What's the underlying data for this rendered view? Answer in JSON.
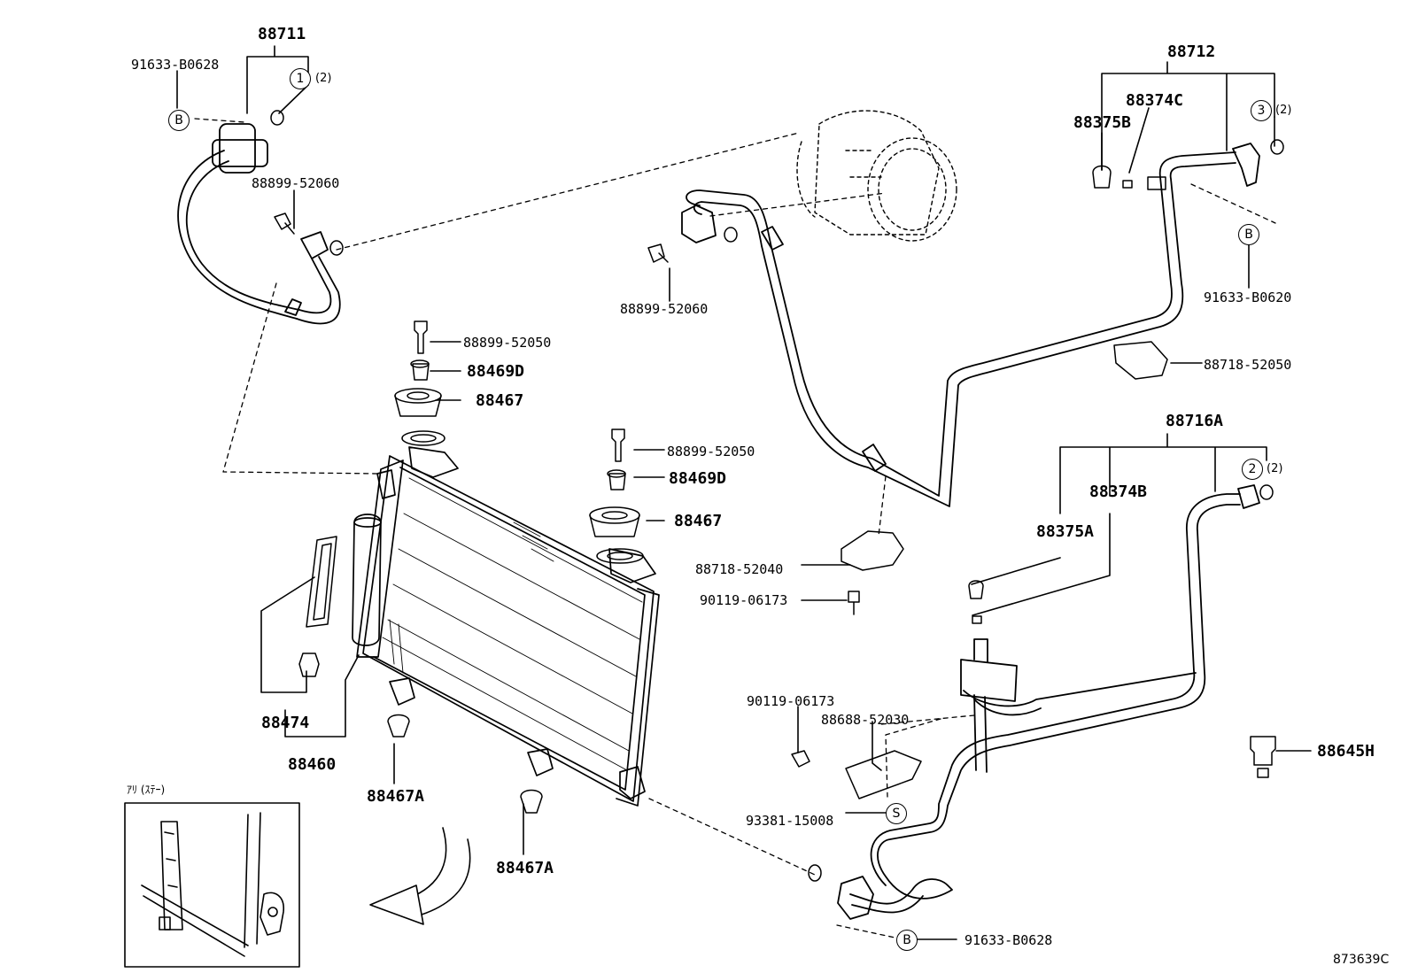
{
  "diagram_code": "873639C",
  "inset": {
    "title": "ｱﾘ (ｽﾃｰ)"
  },
  "callouts": {
    "ref_b": "B",
    "ref_s": "S",
    "c1": "1",
    "c2": "2",
    "c3": "3",
    "qty2": "(2)"
  },
  "labels": {
    "p88711": "88711",
    "p91633_b0628_a": "91633-B0628",
    "p88899_52060_a": "88899-52060",
    "p88899_52050_a": "88899-52050",
    "p88469d_a": "88469D",
    "p88467_a": "88467",
    "p88899_52050_b": "88899-52050",
    "p88469d_b": "88469D",
    "p88467_b": "88467",
    "p88474": "88474",
    "p88460": "88460",
    "p88467a_a": "88467A",
    "p88467a_b": "88467A",
    "p88899_52060_b": "88899-52060",
    "p88712": "88712",
    "p88374c": "88374C",
    "p88375b": "88375B",
    "p91633_b0620": "91633-B0620",
    "p88718_52050": "88718-52050",
    "p88716a": "88716A",
    "p88374b": "88374B",
    "p88375a": "88375A",
    "p88718_52040": "88718-52040",
    "p90119_06173_a": "90119-06173",
    "p90119_06173_b": "90119-06173",
    "p88688_52030": "88688-52030",
    "p93381_15008": "93381-15008",
    "p91633_b0628_b": "91633-B0628",
    "p88645h": "88645H"
  }
}
